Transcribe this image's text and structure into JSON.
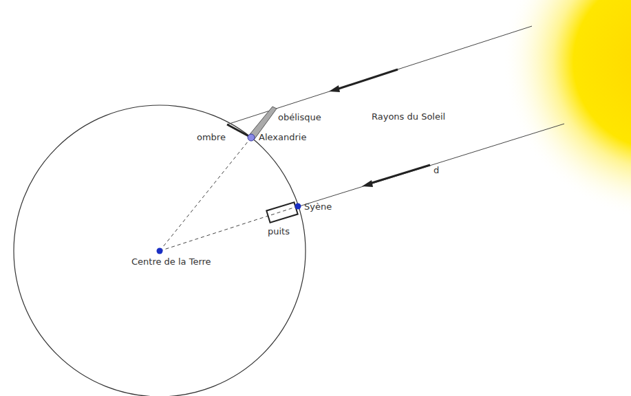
{
  "diagram": {
    "labels": [
      "obélisque",
      "Rayons du Soleil",
      "ombre",
      "Alexandrie",
      "d",
      "Syène",
      "puits",
      "Centre de la Terre"
    ]
  }
}
